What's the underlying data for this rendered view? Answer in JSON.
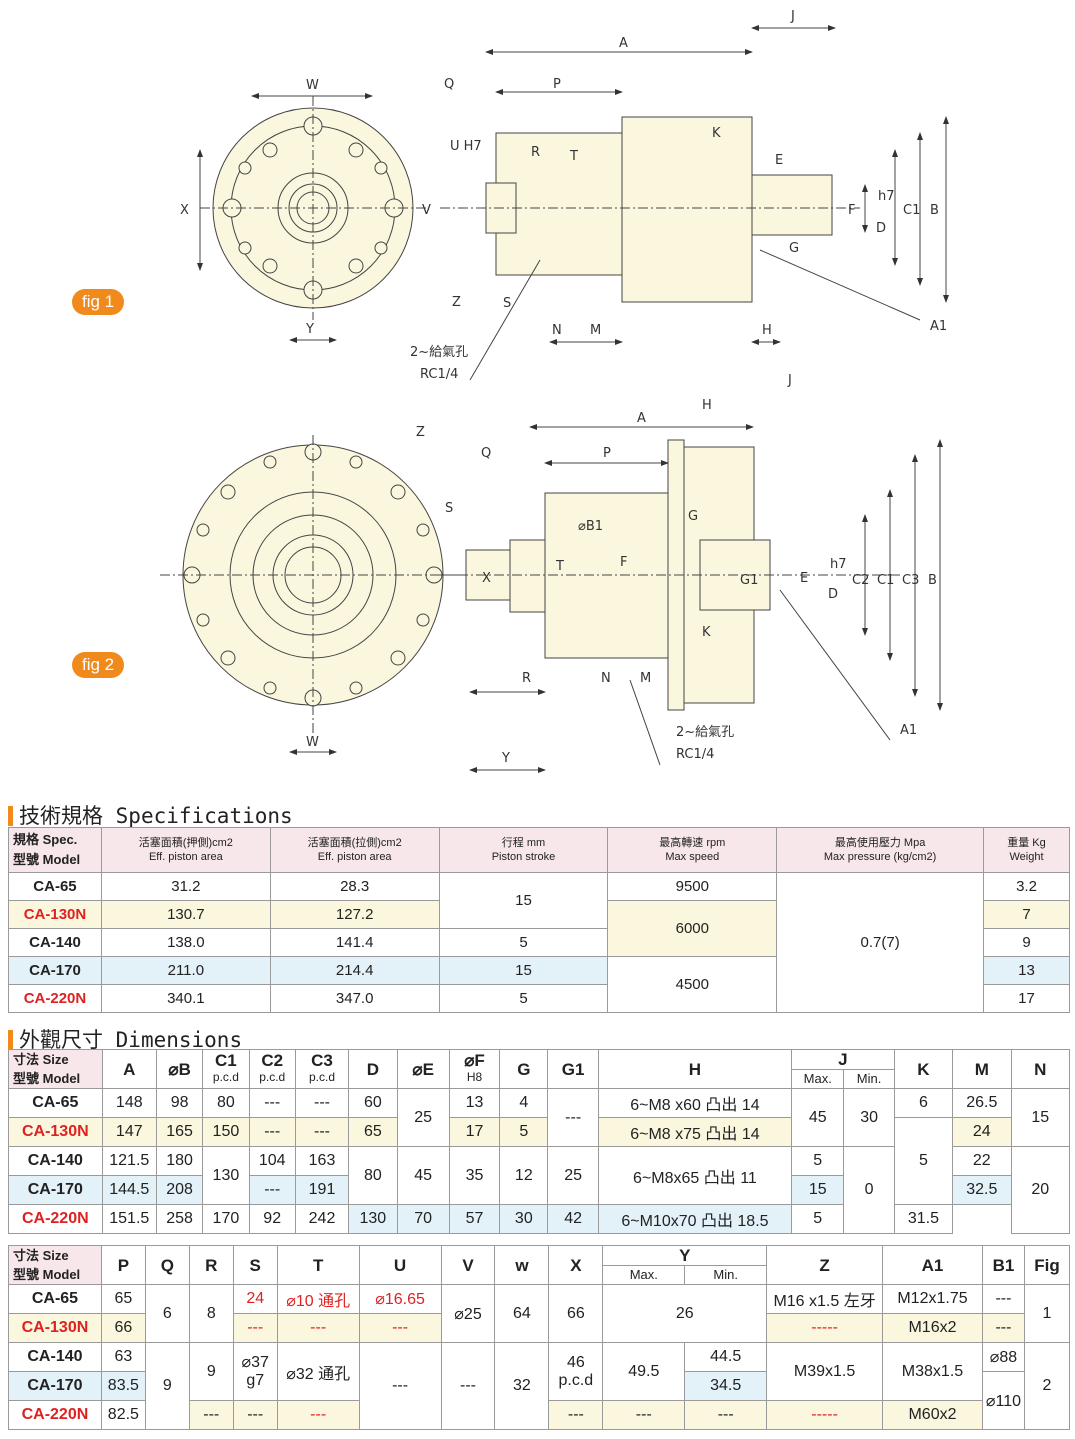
{
  "fig1": {
    "tag": "fig 1",
    "labels": {
      "W": "W",
      "X": "X",
      "Y": "Y",
      "Q": "Q",
      "P": "P",
      "A": "A",
      "J": "J",
      "UH7": "U H7",
      "R": "R",
      "T": "T",
      "V": "V",
      "K": "K",
      "E": "E",
      "F": "F",
      "G": "G",
      "D": "D",
      "h7": "h7",
      "C1": "C1",
      "B": "B",
      "Z": "Z",
      "S": "S",
      "N": "N",
      "M": "M",
      "H": "H",
      "A1": "A1",
      "port": "2~給氣孔",
      "rc": "RC1/4"
    }
  },
  "fig2": {
    "tag": "fig 2",
    "labels": {
      "Z": "Z",
      "Q": "Q",
      "P": "P",
      "A": "A",
      "H": "H",
      "J": "J",
      "S": "S",
      "B1": "⌀B1",
      "T": "T",
      "F": "F",
      "X": "X",
      "G": "G",
      "G1": "G1",
      "K": "K",
      "E": "E",
      "D": "D",
      "h7": "h7",
      "C2": "C2",
      "C1": "C1",
      "C3": "C3",
      "B": "B",
      "R": "R",
      "N": "N",
      "M": "M",
      "W": "W",
      "Y": "Y",
      "A1": "A1",
      "port": "2~給氣孔",
      "rc": "RC1/4"
    }
  },
  "spec": {
    "title_cn": "技術規格",
    "title_en": "Specifications",
    "corner_top": "規格  Spec.",
    "corner_bottom": "型號  Model",
    "headers": [
      {
        "cn": "活塞面積(押側)cm2",
        "en": "Eff. piston area"
      },
      {
        "cn": "活塞面積(拉側)cm2",
        "en": "Eff. piston area"
      },
      {
        "cn": "行程  mm",
        "en": "Piston stroke"
      },
      {
        "cn": "最高轉速  rpm",
        "en": "Max speed"
      },
      {
        "cn": "最高使用壓力  Mpa",
        "en": "Max pressure (kg/cm2)"
      },
      {
        "cn": "重量  Kg",
        "en": "Weight"
      }
    ],
    "models": [
      "CA-65",
      "CA-130N",
      "CA-140",
      "CA-170",
      "CA-220N"
    ],
    "push": [
      "31.2",
      "130.7",
      "138.0",
      "211.0",
      "340.1"
    ],
    "pull": [
      "28.3",
      "127.2",
      "141.4",
      "214.4",
      "347.0"
    ],
    "stroke": [
      "15",
      "5",
      "15",
      "5"
    ],
    "speed": [
      "9500",
      "6000",
      "4500"
    ],
    "pressure": "0.7(7)",
    "weight": [
      "3.2",
      "7",
      "9",
      "13",
      "17"
    ]
  },
  "dim": {
    "title_cn": "外觀尺寸",
    "title_en": "Dimensions",
    "corner_top": "寸法  Size",
    "corner_bottom": "型號  Model",
    "h1": {
      "A": "A",
      "B": "⌀B",
      "C1": "C1",
      "C2": "C2",
      "C3": "C3",
      "pcd": "p.c.d",
      "D": "D",
      "E": "⌀E",
      "F": "⌀F",
      "H8": "H8",
      "G": "G",
      "G1": "G1",
      "H": "H",
      "J": "J",
      "max": "Max.",
      "min": "Min.",
      "K": "K",
      "M": "M",
      "N": "N"
    },
    "r1": {
      "A": [
        "148",
        "147",
        "121.5",
        "144.5",
        "151.5"
      ],
      "B": [
        "98",
        "165",
        "180",
        "208",
        "258"
      ],
      "C1": [
        "80",
        "150",
        "130",
        "170"
      ],
      "C2": [
        "---",
        "---",
        "104",
        "---",
        "92"
      ],
      "C3": [
        "---",
        "---",
        "163",
        "191",
        "242"
      ],
      "D": [
        "60",
        "65",
        "80",
        "130"
      ],
      "E": [
        "25",
        "45",
        "70"
      ],
      "F": [
        "13",
        "17",
        "35",
        "57"
      ],
      "G": [
        "4",
        "5",
        "12",
        "30"
      ],
      "G1": [
        "---",
        "25",
        "42"
      ],
      "H": [
        "6~M8 x60 凸出   14",
        "6~M8 x75 凸出   14",
        "6~M8x65  凸出   11",
        "6~M10x70  凸出  18.5"
      ],
      "Jmax": [
        "45",
        "5",
        "15",
        "5"
      ],
      "Jmin": [
        "30",
        "0"
      ],
      "K": [
        "6",
        "5"
      ],
      "M": [
        "26.5",
        "24",
        "22",
        "32.5",
        "31.5"
      ],
      "N": [
        "15",
        "20"
      ]
    },
    "h2": {
      "P": "P",
      "Q": "Q",
      "R": "R",
      "S": "S",
      "T": "T",
      "U": "U",
      "V": "V",
      "w": "w",
      "X": "X",
      "Y": "Y",
      "max": "Max.",
      "min": "Min.",
      "Z": "Z",
      "A1": "A1",
      "B1": "B1",
      "Fig": "Fig"
    },
    "r2": {
      "P": [
        "65",
        "66",
        "63",
        "83.5",
        "82.5"
      ],
      "Q": [
        "6",
        "9"
      ],
      "R": [
        "8",
        "9",
        "---"
      ],
      "S": [
        "24",
        "---",
        "⌀37 g7",
        "---"
      ],
      "T": [
        "⌀10 通孔",
        "---",
        "⌀32 通孔",
        "---"
      ],
      "U": [
        "⌀16.65",
        "---",
        "---"
      ],
      "V": [
        "⌀25",
        "---"
      ],
      "w": [
        "64",
        "32"
      ],
      "X": [
        "66",
        "46 p.c.d",
        "---"
      ],
      "Ymax": [
        "26",
        "49.5",
        "---"
      ],
      "Ymin": [
        "44.5",
        "34.5",
        "---"
      ],
      "Z": [
        "M16 x1.5  左牙",
        "-----",
        "M39x1.5",
        "-----"
      ],
      "A1": [
        "M12x1.75",
        "M16x2",
        "M38x1.5",
        "M60x2"
      ],
      "B1": [
        "---",
        "---",
        "⌀88",
        "⌀110"
      ],
      "Fig": [
        "1",
        "2"
      ]
    }
  }
}
